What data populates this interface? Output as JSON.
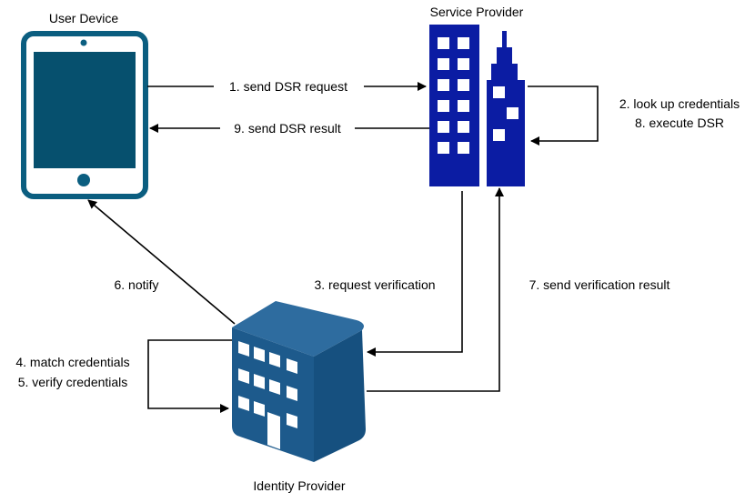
{
  "nodes": {
    "user_device": {
      "label": "User Device",
      "icon": "tablet-icon"
    },
    "service_provider": {
      "label": "Service Provider",
      "icon": "office-buildings-icon"
    },
    "identity_provider": {
      "label": "Identity Provider",
      "icon": "office-building-3d-icon"
    }
  },
  "edges": {
    "send_dsr_request": "1. send DSR request",
    "send_dsr_result": "9. send DSR result",
    "look_up_credentials": "2. look up credentials",
    "execute_dsr": "8. execute DSR",
    "request_verification": "3.  request verification",
    "send_verification_result": "7. send verification result",
    "notify": "6. notify",
    "match_credentials": "4. match credentials",
    "verify_credentials": "5. verify credentials"
  },
  "colors": {
    "tablet": "#0B5E80",
    "tablet_screen": "#06506E",
    "service_building": "#0B1CA3",
    "identity_top": "#2E6C9F",
    "identity_front": "#1D5A8C",
    "identity_side": "#16507F",
    "window": "#FFFFFF"
  }
}
